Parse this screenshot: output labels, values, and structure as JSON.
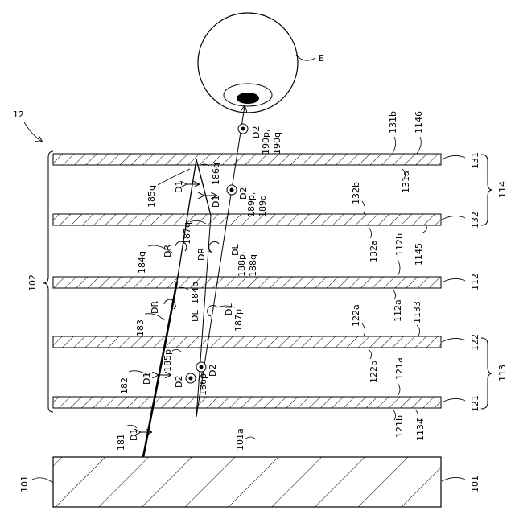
{
  "figure_number": "12",
  "eye_label": "E",
  "group_labels": {
    "display": "102",
    "group_upper": "114",
    "group_lower": "113"
  },
  "layers": {
    "p131": "131",
    "p132": "132",
    "p112": "112",
    "p122": "122",
    "p121": "121",
    "base": "101"
  },
  "surfaces": {
    "s131b": "131b",
    "s131a": "131a",
    "s1146": "1146",
    "s132b": "132b",
    "s132a": "132a",
    "s1145": "1145",
    "s112b": "112b",
    "s112a": "112a",
    "s1133": "1133",
    "s122a": "122a",
    "s122b": "122b",
    "s121a": "121a",
    "s121b": "121b",
    "s1134": "1134",
    "s101a": "101a"
  },
  "rays": {
    "r181": "181",
    "r182": "182",
    "r183": "183",
    "r184p": "184p",
    "r184q": "184q",
    "r185p": "185p",
    "r185q": "185q",
    "r186p": "186p",
    "r186q": "186q",
    "r187p": "187p",
    "r187q": "187q",
    "r188": "188p,\n188q",
    "r189": "189p,\n189q",
    "r190": "190p,\n190q"
  },
  "polarizations": {
    "d1": "D1",
    "d2": "D2",
    "dl": "DL",
    "dr": "DR"
  }
}
